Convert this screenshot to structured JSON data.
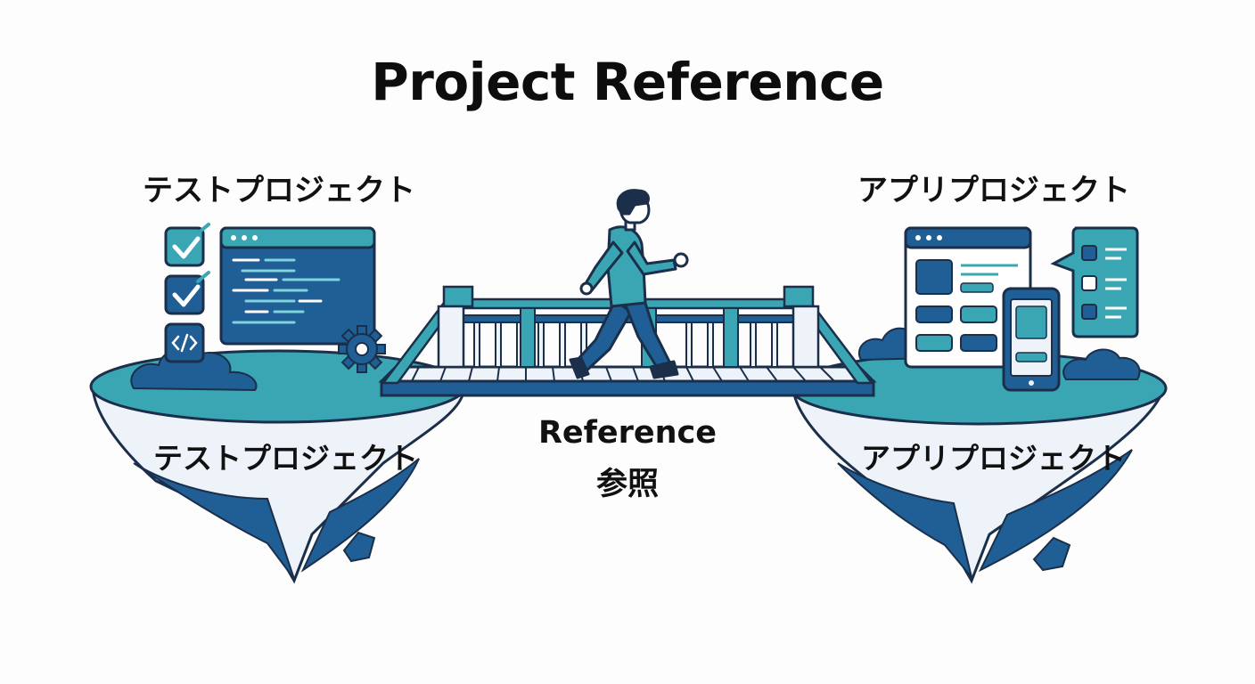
{
  "title": "Project Reference",
  "left_project": {
    "header_label": "テストプロジェクト",
    "island_label": "テストプロジェクト",
    "icons": [
      "checkbox-checked-icon",
      "checkbox-checked-icon",
      "code-tag-icon",
      "code-editor-window-icon",
      "gear-icon",
      "cloud-icon"
    ]
  },
  "right_project": {
    "header_label": "アプリプロジェクト",
    "island_label": "アプリプロジェクト",
    "icons": [
      "app-window-icon",
      "smartphone-icon",
      "chat-list-bubble-icon",
      "cloud-icon"
    ]
  },
  "bridge": {
    "caption_en": "Reference",
    "caption_ja": "参照",
    "icons": [
      "walking-person-icon",
      "bridge-icon"
    ]
  },
  "colors": {
    "navy": "#1f5f95",
    "teal": "#3aa6b4",
    "light_teal": "#4fb3bd",
    "outline": "#1b2f4a",
    "island_white": "#eef3fa"
  }
}
